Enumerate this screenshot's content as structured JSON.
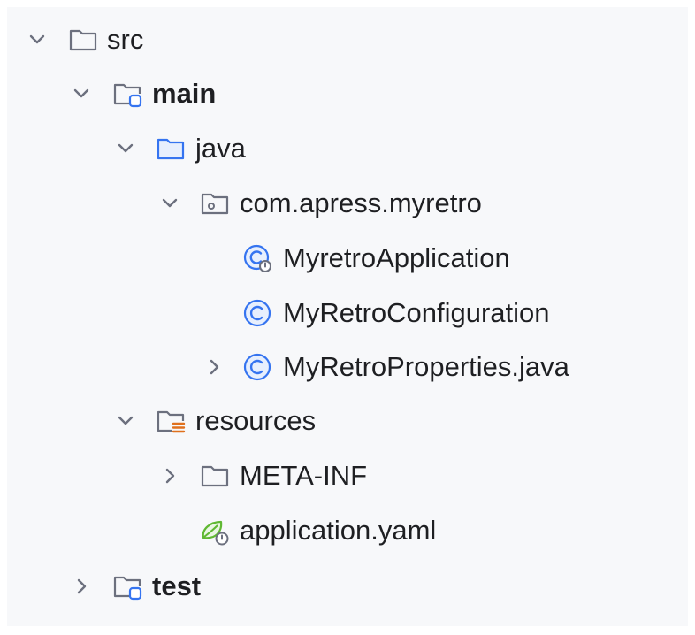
{
  "tree": {
    "src": {
      "label": "src",
      "icon": "folder-icon",
      "expanded": true
    },
    "main": {
      "label": "main",
      "icon": "source-root-folder-icon",
      "expanded": true
    },
    "java": {
      "label": "java",
      "icon": "source-folder-icon",
      "expanded": true
    },
    "package": {
      "label": "com.apress.myretro",
      "icon": "package-icon",
      "expanded": true
    },
    "myretro_application": {
      "label": "MyretroApplication",
      "icon": "spring-boot-class-icon"
    },
    "myretro_configuration": {
      "label": "MyRetroConfiguration",
      "icon": "class-icon"
    },
    "myretro_properties": {
      "label": "MyRetroProperties.java",
      "icon": "class-icon",
      "expanded": false
    },
    "resources": {
      "label": "resources",
      "icon": "resources-folder-icon",
      "expanded": true
    },
    "meta_inf": {
      "label": "META-INF",
      "icon": "folder-icon",
      "expanded": false
    },
    "application_yaml": {
      "label": "application.yaml",
      "icon": "spring-config-file-icon"
    },
    "test": {
      "label": "test",
      "icon": "test-root-folder-icon",
      "expanded": false
    }
  },
  "colors": {
    "icon_stroke": "#6c707e",
    "accent_blue": "#3574f0",
    "resources_orange": "#e0701c",
    "spring_green": "#5fb832",
    "text": "#1e1f22",
    "panel_bg": "#f7f8fa"
  }
}
